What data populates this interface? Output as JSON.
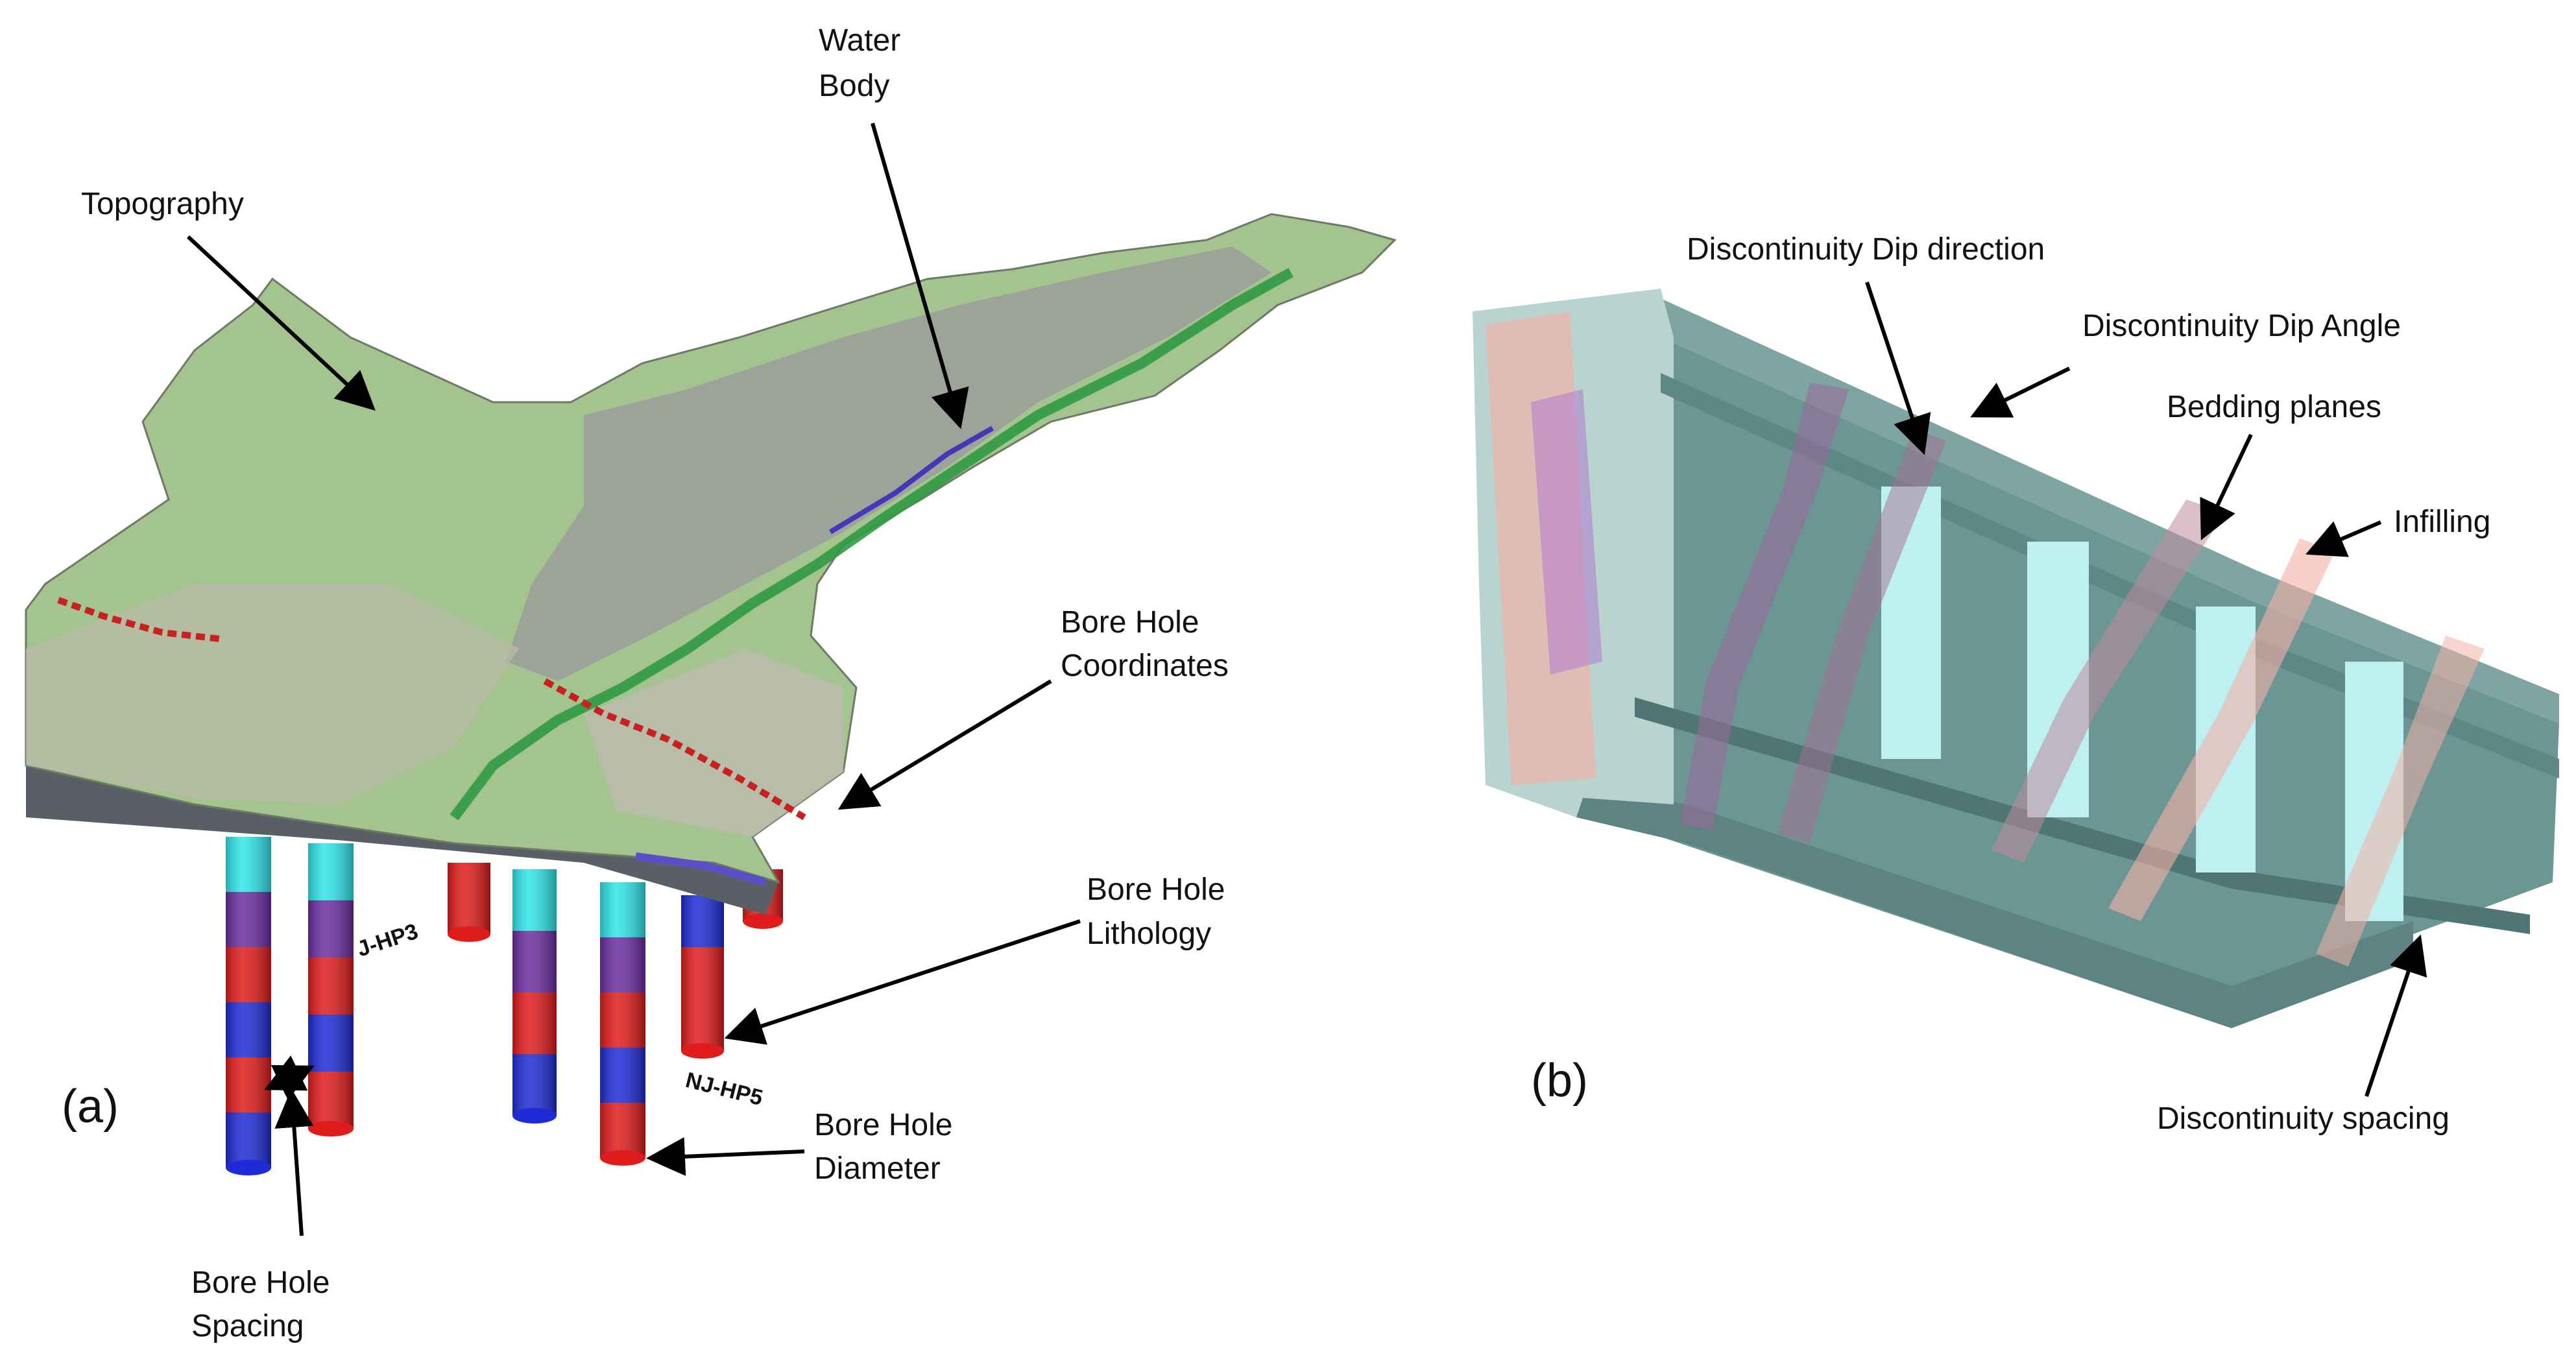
{
  "panel_a": {
    "letter": "(a)",
    "labels": {
      "topography": "Topography",
      "water_body": [
        "Water",
        "Body"
      ],
      "bore_hole_coordinates": [
        "Bore Hole",
        "Coordinates"
      ],
      "bore_hole_lithology": [
        "Bore Hole",
        "Lithology"
      ],
      "bore_hole_diameter": [
        "Bore Hole",
        "Diameter"
      ],
      "bore_hole_spacing": [
        "Bore Hole",
        "Spacing"
      ]
    },
    "borehole_ids": [
      "J-HP3",
      "NJ-HP5"
    ]
  },
  "panel_b": {
    "letter": "(b)",
    "labels": {
      "dip_direction": "Discontinuity Dip direction",
      "dip_angle": "Discontinuity Dip Angle",
      "bedding_planes": "Bedding planes",
      "infilling": "Infilling",
      "spacing": "Discontinuity spacing"
    }
  },
  "colors": {
    "terrain_green": "#9bc28a",
    "terrain_grey": "#a9aaa6",
    "boring_red": "#e01b1b",
    "boring_blue": "#1e2bd6",
    "boring_purple": "#6a2da0",
    "boring_cyan": "#2ee6ea",
    "block_teal": "#6e9a98",
    "block_pink": "#f2b8b0",
    "block_cyan": "#bfeff0"
  }
}
